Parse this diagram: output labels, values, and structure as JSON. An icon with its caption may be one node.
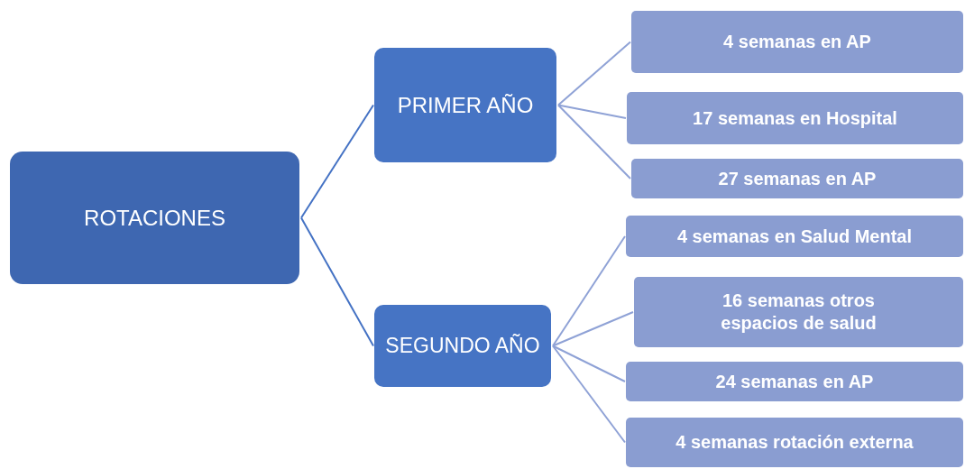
{
  "diagram": {
    "nodes": [
      {
        "text": [
          "ROTACIONES"
        ]
      },
      {
        "text": [
          "PRIMER AÑO"
        ]
      },
      {
        "text": [
          "SEGUNDO AÑO"
        ]
      },
      {
        "text": [
          "4 semanas en AP"
        ]
      },
      {
        "text": [
          "17 semanas en Hospital"
        ]
      },
      {
        "text": [
          "27 semanas en AP"
        ]
      },
      {
        "text": [
          "4 semanas en Salud Mental"
        ]
      },
      {
        "text": [
          "16 semanas otros espacios de salud"
        ]
      },
      {
        "text": [
          "24 semanas en AP"
        ]
      },
      {
        "text": [
          "4 semanas rotación externa"
        ]
      }
    ],
    "edges": [
      {
        "from": 0,
        "to": 1,
        "arrow": "none",
        "color": "#4472c4"
      },
      {
        "from": 0,
        "to": 2,
        "arrow": "none",
        "color": "#4472c4"
      },
      {
        "from": 1,
        "to": 3,
        "arrow": "none"
      },
      {
        "from": 1,
        "to": 4,
        "arrow": "none"
      },
      {
        "from": 1,
        "to": 5,
        "arrow": "none"
      },
      {
        "from": 2,
        "to": 6,
        "arrow": "none"
      },
      {
        "from": 2,
        "to": 7,
        "arrow": "none"
      },
      {
        "from": 2,
        "to": 8,
        "arrow": "none"
      },
      {
        "from": 2,
        "to": 9,
        "arrow": "none"
      }
    ]
  }
}
